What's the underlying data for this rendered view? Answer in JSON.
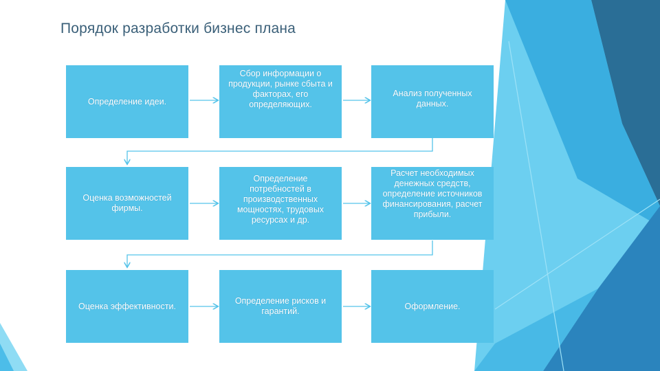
{
  "slide": {
    "title": "Порядок разработки бизнес плана"
  },
  "steps": [
    {
      "text": "Определение идеи."
    },
    {
      "text": "Сбор информации о продукции, рынке сбыта и факторах, его определяющих."
    },
    {
      "text": "Анализ полученных данных."
    },
    {
      "text": "Оценка возможностей фирмы."
    },
    {
      "text": "Определение потребностей в производственных мощностях, трудовых ресурсах и др."
    },
    {
      "text": "Расчет необходимых денежных средств, определение источников финансирования, расчет прибыли."
    },
    {
      "text": "Оценка эффективности."
    },
    {
      "text": "Определение рисков и гарантий."
    },
    {
      "text": "Оформление."
    }
  ],
  "colors": {
    "box": "#54c3e9",
    "title": "#3a5f78",
    "arrow": "#54c3e9"
  }
}
